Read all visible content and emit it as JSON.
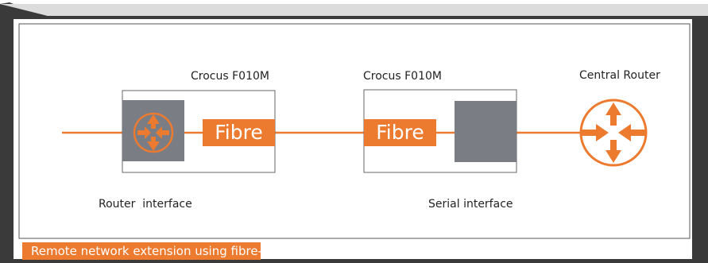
{
  "devices": {
    "left_label": "Crocus F010M",
    "right_label": "Crocus F010M",
    "central_label": "Central Router"
  },
  "links": {
    "left_fibre": "Fibre",
    "right_fibre": "Fibre"
  },
  "interfaces": {
    "router": "Router  interface",
    "serial": "Serial interface"
  },
  "caption": "Remote network extension using fibre-optic media",
  "colors": {
    "accent": "#ec7a2f",
    "module_gray": "#7b7d85",
    "box_border": "#666666",
    "panel_border": "#555555"
  }
}
